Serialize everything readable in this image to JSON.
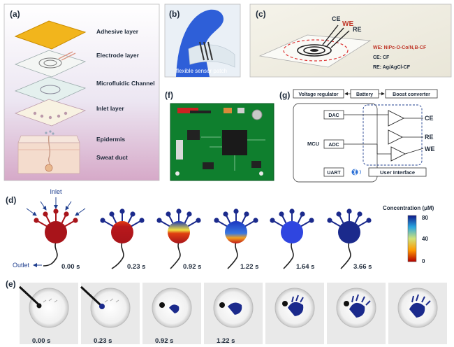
{
  "panels": {
    "a": {
      "label": "(a)",
      "layers": [
        "Adhesive layer",
        "Electrode layer",
        "Microfluidic Channel",
        "Inlet layer",
        "Epidermis",
        "Sweat duct"
      ]
    },
    "b": {
      "label": "(b)",
      "caption": "flexible sensor patch"
    },
    "c": {
      "label": "(c)",
      "electrodes": [
        "CE",
        "WE",
        "RE"
      ],
      "legend": [
        "WE: NiPc-O-Co/N,B-CF",
        "CE: CF",
        "RE: Ag/AgCl-CF"
      ]
    },
    "f": {
      "label": "(f)"
    },
    "g": {
      "label": "(g)",
      "top_blocks": [
        "Voltage regulator",
        "Battery",
        "Boost converter"
      ],
      "mcu": "MCU",
      "dac": "DAC",
      "adc": "ADC",
      "uart": "UART",
      "outputs": [
        "CE",
        "RE",
        "WE"
      ],
      "user_interface": "User Interface"
    },
    "d": {
      "label": "(d)",
      "inlet": "Inlet",
      "outlet": "Outlet",
      "times": [
        "0.00 s",
        "0.23 s",
        "0.92 s",
        "1.22 s",
        "1.64 s",
        "3.66 s"
      ],
      "colorbar": {
        "title": "Concentration (μM)",
        "ticks": [
          "80",
          "40",
          "0"
        ]
      }
    },
    "e": {
      "label": "(e)",
      "times": [
        "0.00 s",
        "0.23 s",
        "0.92 s",
        "1.22 s"
      ]
    }
  },
  "colors": {
    "accent_blue": "#1f3f8f",
    "red_fluid": "#a8141a",
    "dark_blue_fluid": "#1b2a8c",
    "we_text": "#c0392b"
  }
}
